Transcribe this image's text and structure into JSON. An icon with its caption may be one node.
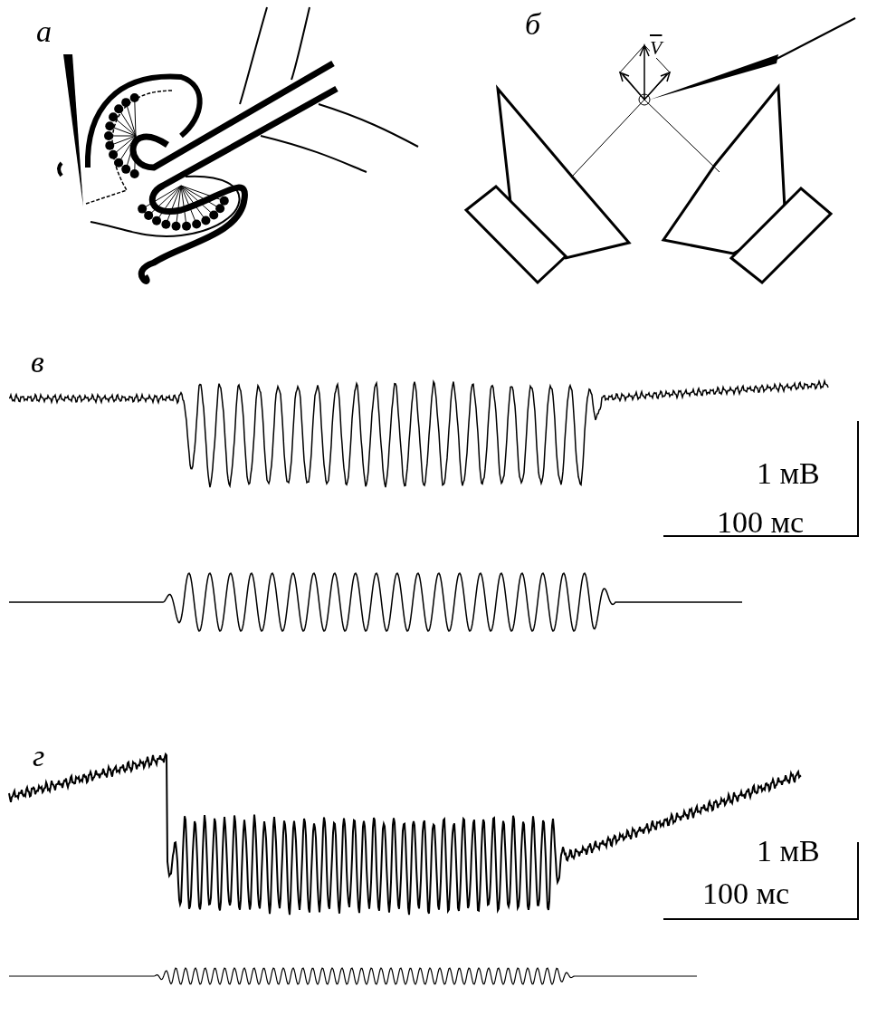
{
  "diagram": {
    "labels": [
      "а",
      "б",
      "V",
      "в",
      "1 мВ",
      "100 мс",
      "г",
      "1 мВ",
      "100 мс"
    ]
  }
}
